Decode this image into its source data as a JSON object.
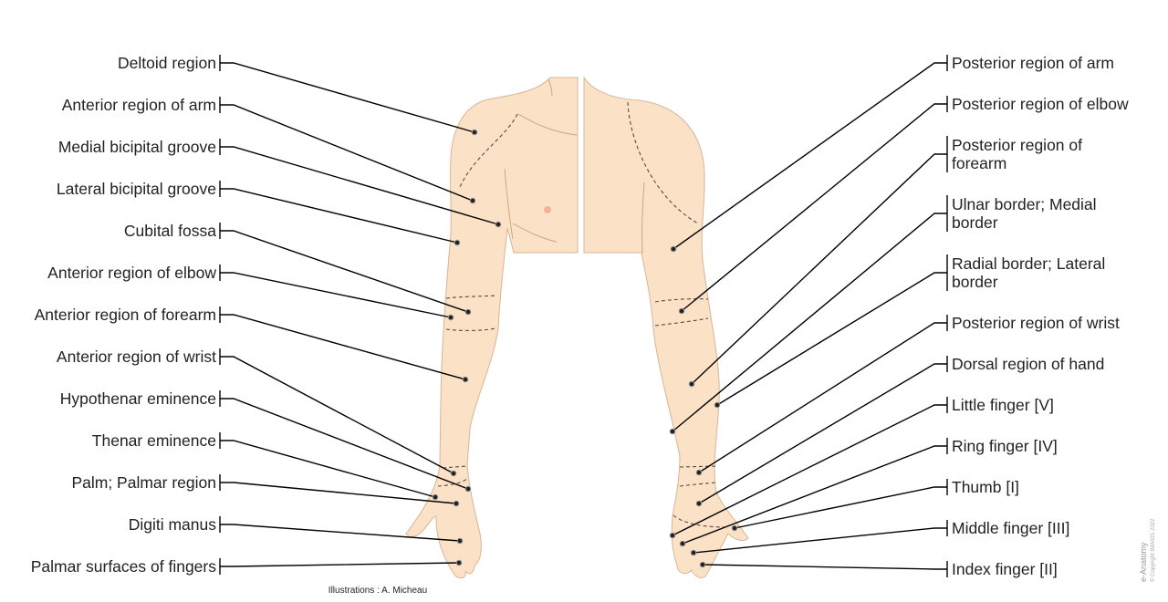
{
  "left_labels": [
    "Deltoid region",
    "Anterior region of arm",
    "Medial bicipital groove",
    "Lateral bicipital groove",
    "Cubital fossa",
    "Anterior region of elbow",
    "Anterior region of forearm",
    "Anterior region of wrist",
    "Hypothenar eminence",
    "Thenar eminence",
    "Palm; Palmar region",
    "Digiti manus",
    "Palmar surfaces of fingers"
  ],
  "right_labels": [
    [
      "Posterior region of arm"
    ],
    [
      "Posterior region of elbow"
    ],
    [
      "Posterior region of",
      "forearm"
    ],
    [
      "Ulnar border; Medial",
      "border"
    ],
    [
      "Radial border; Lateral",
      "border"
    ],
    [
      "Posterior region of wrist"
    ],
    [
      "Dorsal region of hand"
    ],
    [
      "Little finger [V]"
    ],
    [
      "Ring finger [IV]"
    ],
    [
      "Thumb [I]"
    ],
    [
      "Middle finger [III]"
    ],
    [
      "Index finger [II]"
    ]
  ],
  "credit": "Illustrations : A. Micheau",
  "watermark": {
    "brand": "e-Anatomy",
    "copyright": "© Copyright IMAIOS 2022"
  },
  "colors": {
    "skin": "#fbe2c7",
    "outline": "#d8b497",
    "leader": "#000000"
  }
}
